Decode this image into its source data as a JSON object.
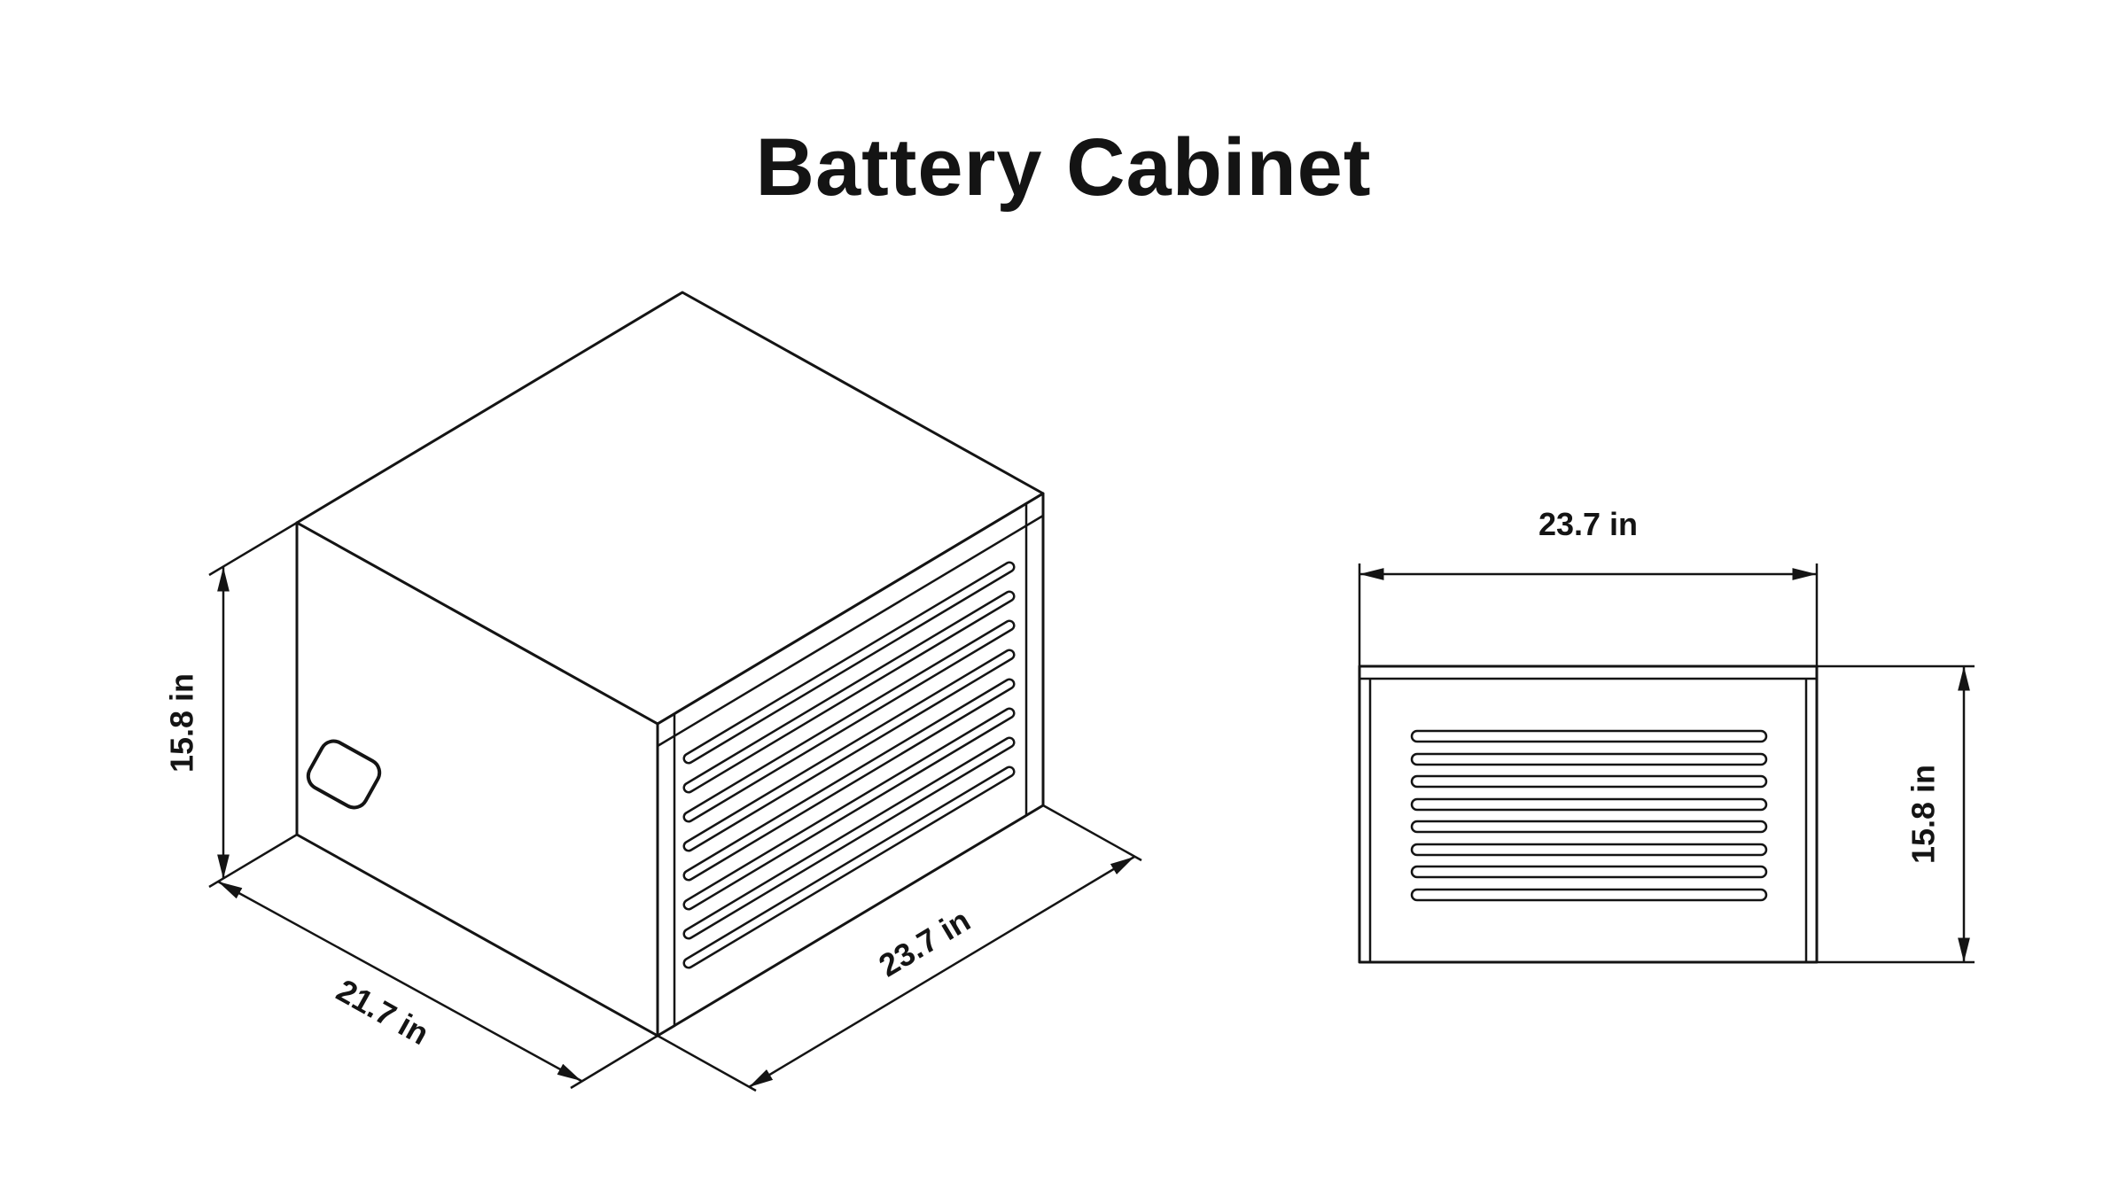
{
  "title": "Battery Cabinet",
  "views": {
    "isometric": {
      "height_label": "15.8 in",
      "depth_label": "21.7 in",
      "width_label": "23.7 in"
    },
    "front": {
      "width_label": "23.7 in",
      "height_label": "15.8 in"
    }
  },
  "colors": {
    "line": "#141414",
    "background": "#ffffff"
  }
}
